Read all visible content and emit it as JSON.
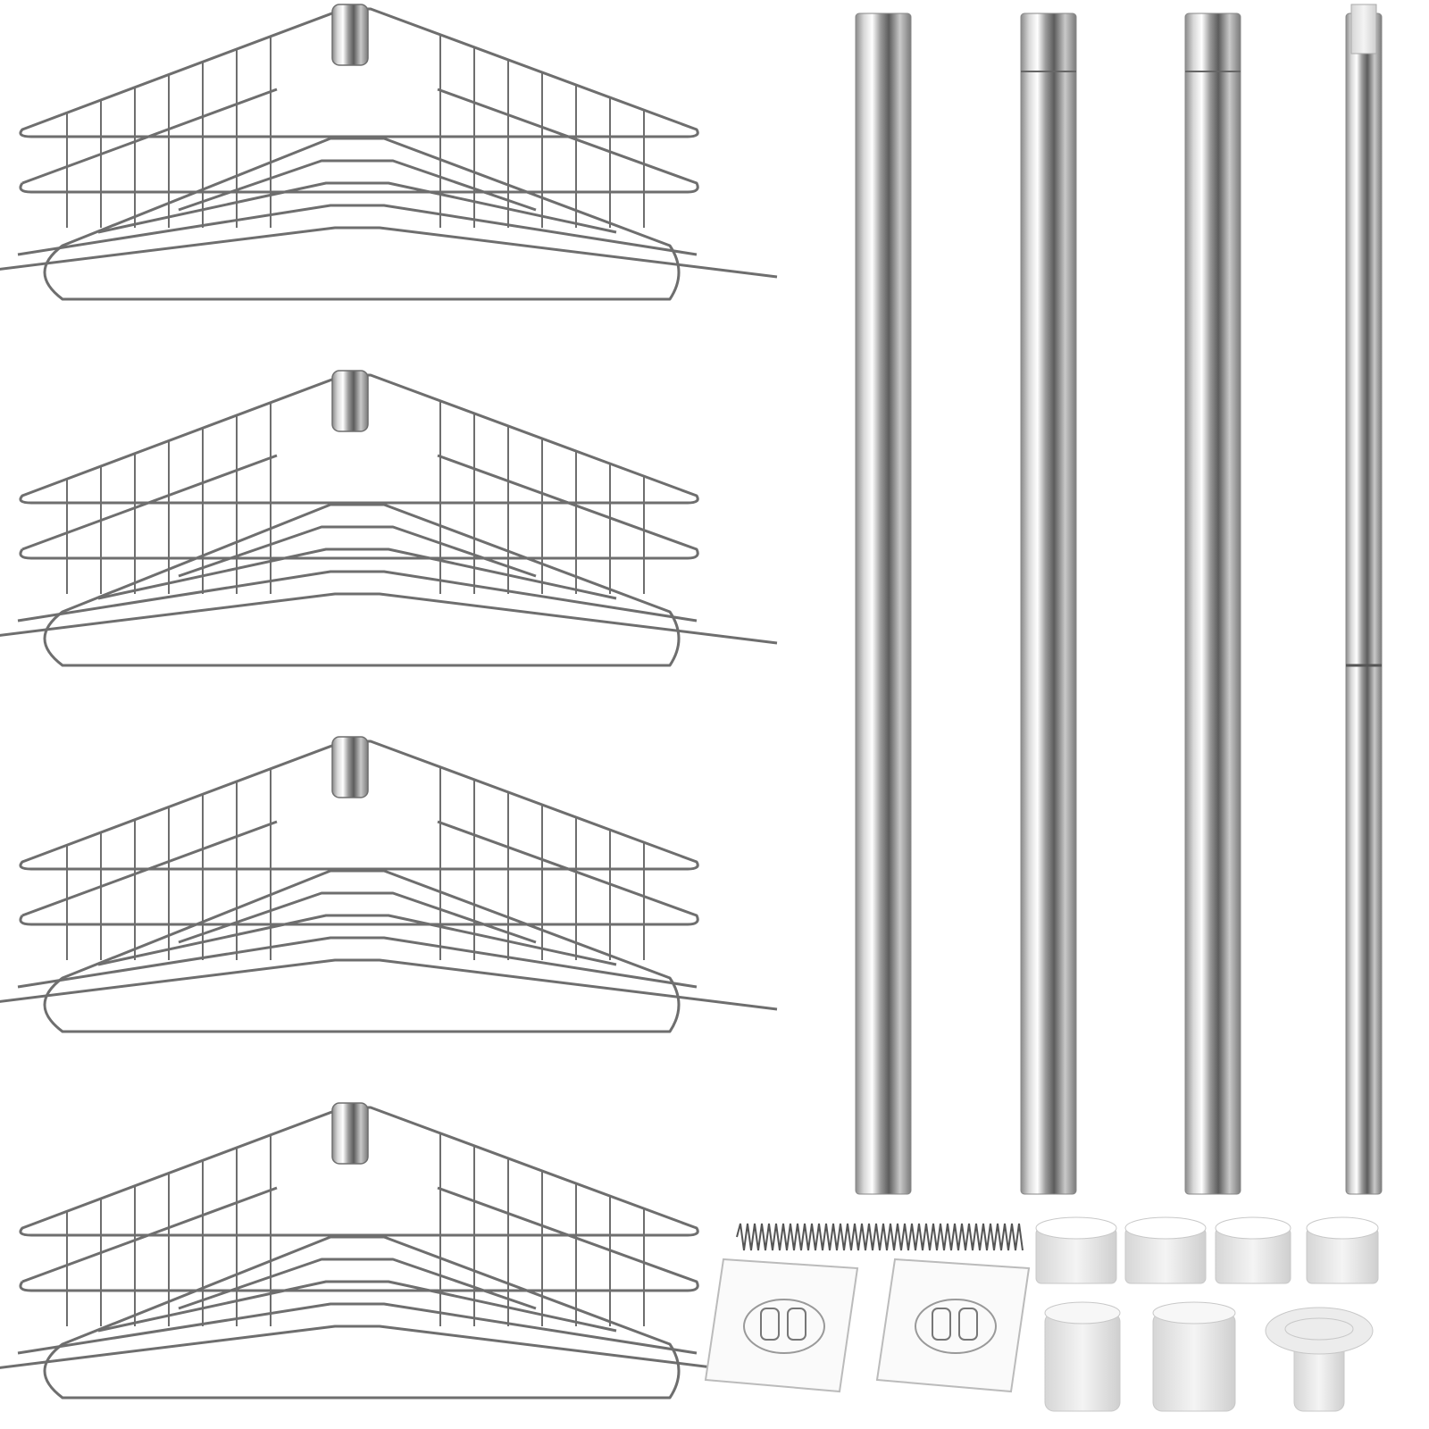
{
  "colors": {
    "background": "#ffffff",
    "chrome_dark": "#6e6e6e",
    "chrome_mid": "#b9b9b9",
    "chrome_light": "#f2f2f2",
    "plastic": "#e6e6e6",
    "plastic_shadow": "#c8c8c8"
  },
  "icons": [
    "corner-basket",
    "pole",
    "spring",
    "adhesive-hook-pad",
    "plastic-ring",
    "end-cap"
  ]
}
